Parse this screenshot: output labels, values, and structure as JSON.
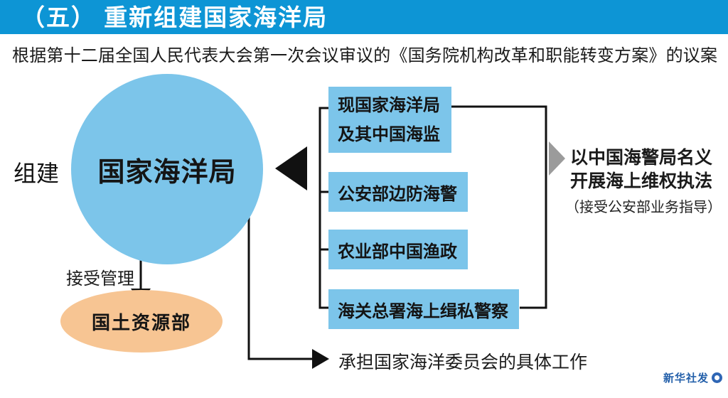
{
  "header": {
    "title": "（五） 重新组建国家海洋局"
  },
  "subtitle": "根据第十二届全国人民代表大会第一次会议审议的《国务院机构改革和职能转变方案》的议案",
  "main": {
    "action_label": "组建",
    "new_agency": "国家海洋局",
    "merged_units": [
      {
        "label": "现国家海洋局\n及其中国海监"
      },
      {
        "label": "公安部边防海警"
      },
      {
        "label": "农业部中国渔政"
      },
      {
        "label": "海关总署海上缉私警察"
      }
    ],
    "right_note": {
      "line1": "以中国海警局名义",
      "line2": "开展海上维权执法",
      "line3": "（接受公安部业务指导）"
    },
    "managed_by": {
      "relation_label": "接受管理",
      "entity": "国土资源部"
    },
    "bottom_note": "承担国家海洋委员会的具体工作"
  },
  "footer": {
    "credit": "新华社发"
  },
  "colors": {
    "header_bg": "#0d95d5",
    "shape_blue": "#7cc5ea",
    "ellipse_orange": "#f7c593",
    "line_black": "#111111",
    "gray_arrow": "#9b9b9b",
    "credit_blue": "#2460aa"
  }
}
